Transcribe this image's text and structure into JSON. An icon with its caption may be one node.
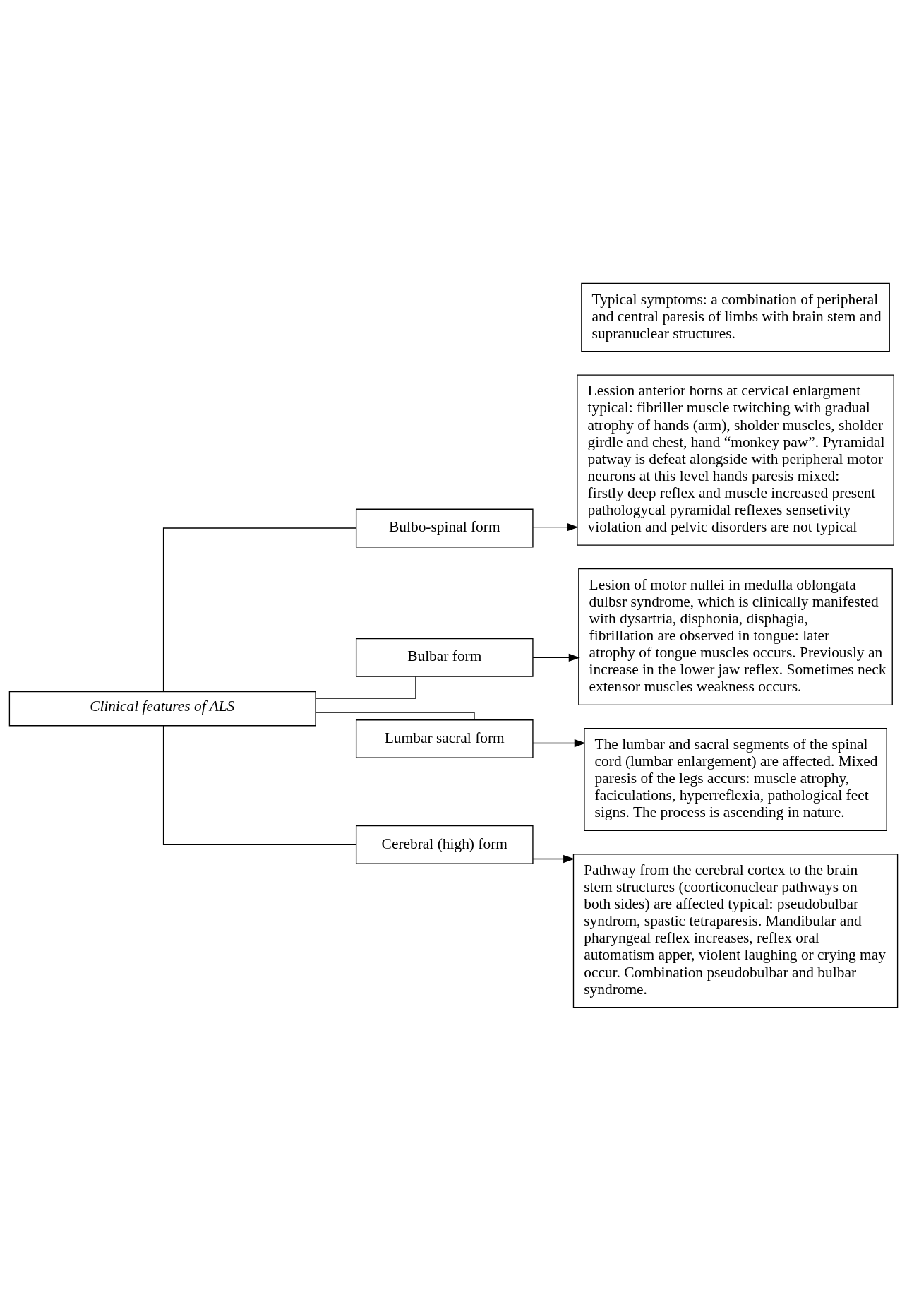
{
  "diagram": {
    "nodes": [
      {
        "text": [
          "Clinical features of ALS"
        ]
      },
      {
        "text": [
          "Typical symptoms: a combination of peripheral and central paresis of limbs with brain stem and supranuclear structures."
        ]
      },
      {
        "text": [
          "Bulbo-spinal form"
        ]
      },
      {
        "text": [
          "Lession anterior horns at cervical enlargment typical: fibriller muscle twitching with gradual atrophy of hands (arm), sholder muscles, sholder girdle and chest, hand “monkey paw”. Pyramidal patway is defeat alongside with peripheral motor neurons at this level hands paresis mixed: firstly deep reflex and muscle increased present pathologycal pyramidal reflexes sensetivity violation and pelvic disorders are not typical"
        ]
      },
      {
        "text": [
          "Bulbar form"
        ]
      },
      {
        "text": [
          "Lesion of motor nullei in medulla oblongata dulbsr syndrome, which is clinically manifested with dysartria, disphonia, disphagia, fibrillation are observed in tongue: later atrophy of tongue muscles occurs. Previously an increase in the lower jaw reflex. Sometimes neck extensor muscles weakness occurs."
        ]
      },
      {
        "text": [
          "Lumbar sacral form"
        ]
      },
      {
        "text": [
          "The lumbar and sacral segments of the spinal cord (lumbar enlargement) are affected. Mixed paresis of the legs accurs: muscle atrophy, faciculations, hyperreflexia, pathological feet signs. The process is ascending in nature."
        ]
      },
      {
        "text": [
          "Cerebral (high) form"
        ]
      },
      {
        "text": [
          "Pathway from the cerebral cortex to the brain stem structures (coorticonuclear pathways on both sides) are affected typical: pseudobulbar syndrom, spastic tetraparesis. Mandibular and pharyngeal reflex increases, reflex oral automatism apper, violent laughing or crying may occur. Combination pseudobulbar and bulbar syndrome."
        ]
      }
    ],
    "edges": [
      {
        "from": 0,
        "to": 2,
        "arrow": "none"
      },
      {
        "from": 0,
        "to": 4,
        "arrow": "none"
      },
      {
        "from": 0,
        "to": 6,
        "arrow": "none"
      },
      {
        "from": 0,
        "to": 8,
        "arrow": "none"
      },
      {
        "from": 2,
        "to": 3,
        "arrow": "to"
      },
      {
        "from": 4,
        "to": 5,
        "arrow": "to"
      },
      {
        "from": 6,
        "to": 7,
        "arrow": "to"
      },
      {
        "from": 8,
        "to": 9,
        "arrow": "to"
      }
    ]
  }
}
